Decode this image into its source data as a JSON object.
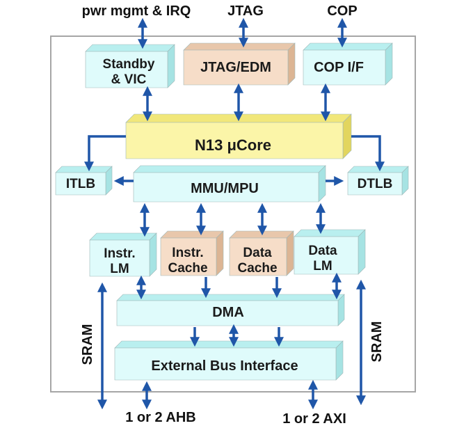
{
  "external": {
    "pwr": "pwr mgmt & IRQ",
    "jtag": "JTAG",
    "cop": "COP",
    "ahb": "1 or 2 AHB",
    "axi": "1 or 2 AXI",
    "sram_left": "SRAM",
    "sram_right": "SRAM"
  },
  "blocks": {
    "standby": [
      "Standby",
      "& VIC"
    ],
    "jtag_edm": "JTAG/EDM",
    "cop_if": "COP I/F",
    "core": "N13 μCore",
    "itlb": "ITLB",
    "mmu": "MMU/MPU",
    "dtlb": "DTLB",
    "instr_lm": [
      "Instr.",
      "LM"
    ],
    "instr_cache": [
      "Instr.",
      "Cache"
    ],
    "data_cache": [
      "Data",
      "Cache"
    ],
    "data_lm": [
      "Data",
      "LM"
    ],
    "dma": "DMA",
    "ebi": "External Bus Interface"
  },
  "colors": {
    "cyan_front": "#dffbfb",
    "cyan_top": "#b9efef",
    "cyan_side": "#a6e3e3",
    "peach_front": "#f6ddc8",
    "peach_top": "#e8c7ab",
    "peach_side": "#dcb594",
    "yellow_front": "#fbf5a8",
    "yellow_top": "#f1e77a",
    "yellow_side": "#e2d55e",
    "arrow": "#1f56a8",
    "frame": "#a6a6a6"
  }
}
